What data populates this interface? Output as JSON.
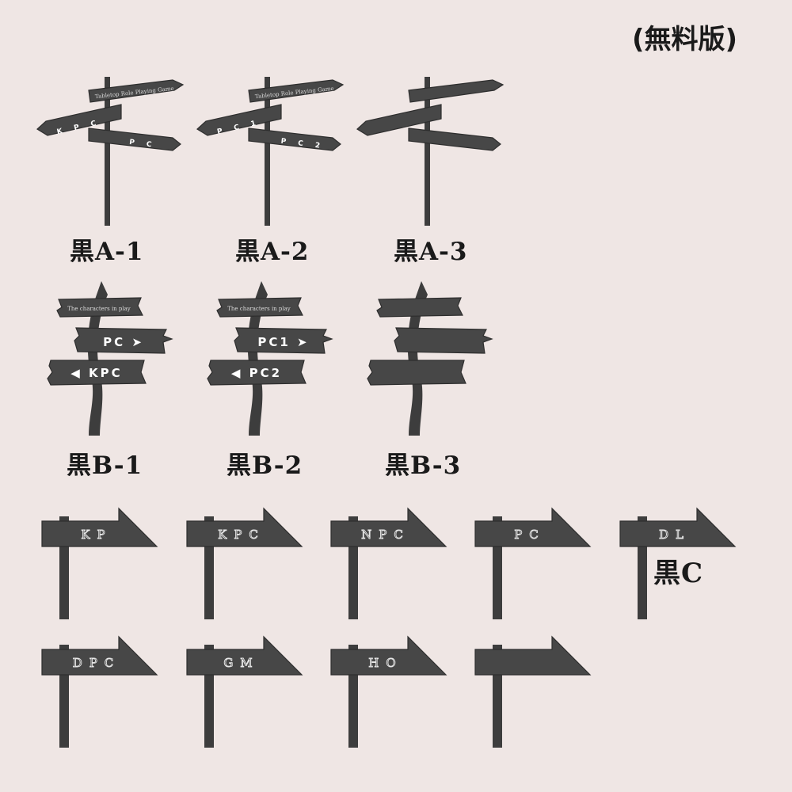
{
  "edition_label": "(無料版)",
  "colors": {
    "background": "#efe6e4",
    "sign": "#474747",
    "text": "#1a1a1a"
  },
  "set_a": [
    {
      "label": "黒A-1",
      "top_text": "Tabletop Role Playing Game",
      "left_text": "K P C",
      "right_text": "P C"
    },
    {
      "label": "黒A-2",
      "top_text": "Tabletop Role Playing Game",
      "left_text": "P C 1",
      "right_text": "P C 2"
    },
    {
      "label": "黒A-3",
      "top_text": "",
      "left_text": "",
      "right_text": ""
    }
  ],
  "set_b": [
    {
      "label": "黒B-1",
      "top_text": "The characters in play",
      "mid_text": "PC ➤",
      "bottom_text": "◀ KPC"
    },
    {
      "label": "黒B-2",
      "top_text": "The characters in play",
      "mid_text": "PC1 ➤",
      "bottom_text": "◀ PC2"
    },
    {
      "label": "黒B-3",
      "top_text": "",
      "mid_text": "",
      "bottom_text": ""
    }
  ],
  "set_c": {
    "label": "黒C",
    "signs": [
      "KP",
      "KPC",
      "NPC",
      "PC",
      "DL",
      "DPC",
      "GM",
      "HO",
      ""
    ]
  }
}
